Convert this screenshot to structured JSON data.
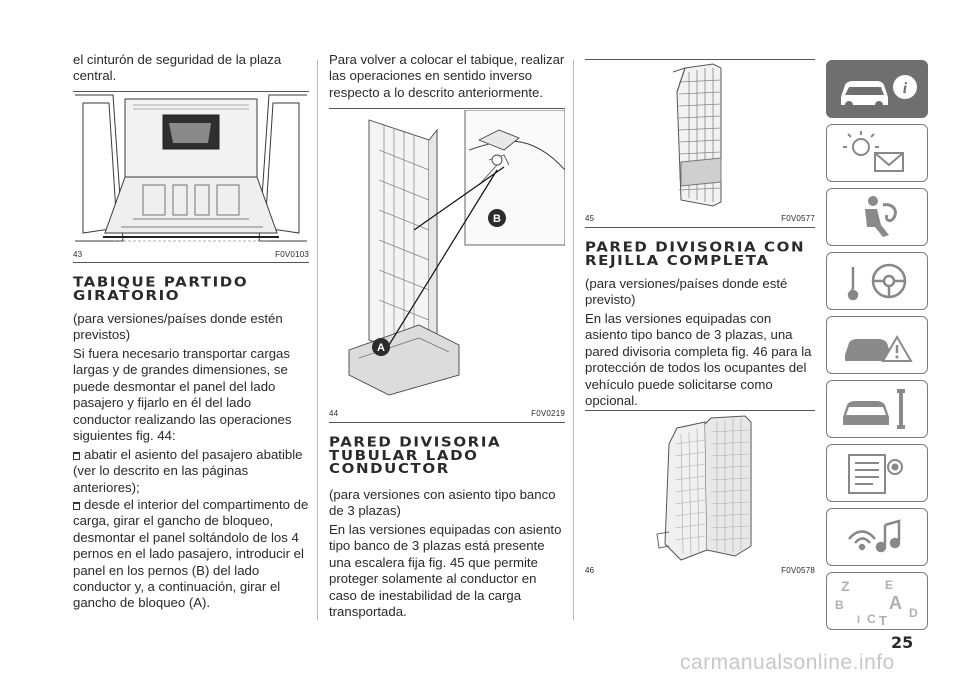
{
  "col1": {
    "intro": "el cinturón de seguridad de la plaza central.",
    "figure_number": "43",
    "figure_code": "F0V0103",
    "heading": "TABIQUE PARTIDO GIRATORIO",
    "p1": "(para versiones/países donde estén previstos)",
    "p2": "Si fuera necesario transportar cargas largas y de grandes dimensiones, se puede desmontar el panel del lado pasajero y fijarlo en él del lado conductor realizando las operaciones siguientes fig. 44:",
    "bullet1": "abatir el asiento del pasajero abatible (ver lo descrito en las páginas anteriores);",
    "bullet2": "desde el interior del compartimento de carga, girar el gancho de bloqueo, desmontar el panel soltándolo de los 4 pernos en el lado pasajero, introducir el panel en los pernos (B) del lado conductor y, a continuación, girar el gancho de bloqueo (A)."
  },
  "col2": {
    "intro": "Para volver a colocar el tabique, realizar las operaciones en sentido inverso respecto a lo descrito anteriormente.",
    "figure_number": "44",
    "figure_code": "F0V0219",
    "label_a": "A",
    "label_b": "B",
    "heading": "PARED DIVISORIA TUBULAR LADO CONDUCTOR",
    "p1": "(para versiones con asiento tipo banco de 3 plazas)",
    "p2": "En las versiones equipadas con asiento tipo banco de 3 plazas está presente una escalera fija fig. 45 que permite proteger solamente al conductor en caso de inestabilidad de la carga transportada."
  },
  "col3": {
    "figure1_number": "45",
    "figure1_code": "F0V0577",
    "heading": "PARED DIVISORIA CON REJILLA COMPLETA",
    "p1": "(para versiones/países donde esté previsto)",
    "p2": "En las versiones equipadas con asiento tipo banco de 3 plazas, una pared divisoria completa fig. 46 para la protección de todos los ocupantes del vehículo puede solicitarse como opcional.",
    "figure2_number": "46",
    "figure2_code": "F0V0578"
  },
  "sidebar": {
    "tabs": [
      {
        "icon": "car-info-icon",
        "active": true
      },
      {
        "icon": "warning-lights-icon",
        "active": false
      },
      {
        "icon": "airbag-safety-icon",
        "active": false
      },
      {
        "icon": "steering-wheel-icon",
        "active": false
      },
      {
        "icon": "car-breakdown-icon",
        "active": false
      },
      {
        "icon": "car-service-icon",
        "active": false
      },
      {
        "icon": "technical-data-icon",
        "active": false
      },
      {
        "icon": "multimedia-icon",
        "active": false
      },
      {
        "icon": "alphabetical-index-icon",
        "active": false
      }
    ],
    "index_letters": [
      "Z",
      "E",
      "B",
      "A",
      "I",
      "C",
      "T",
      "D"
    ]
  },
  "page_number": "25",
  "watermark": "carmanualsonline.info",
  "colors": {
    "tab_active": "#6f6f6f",
    "tab_border": "#7c7c7c",
    "text": "#2a2a2a"
  }
}
